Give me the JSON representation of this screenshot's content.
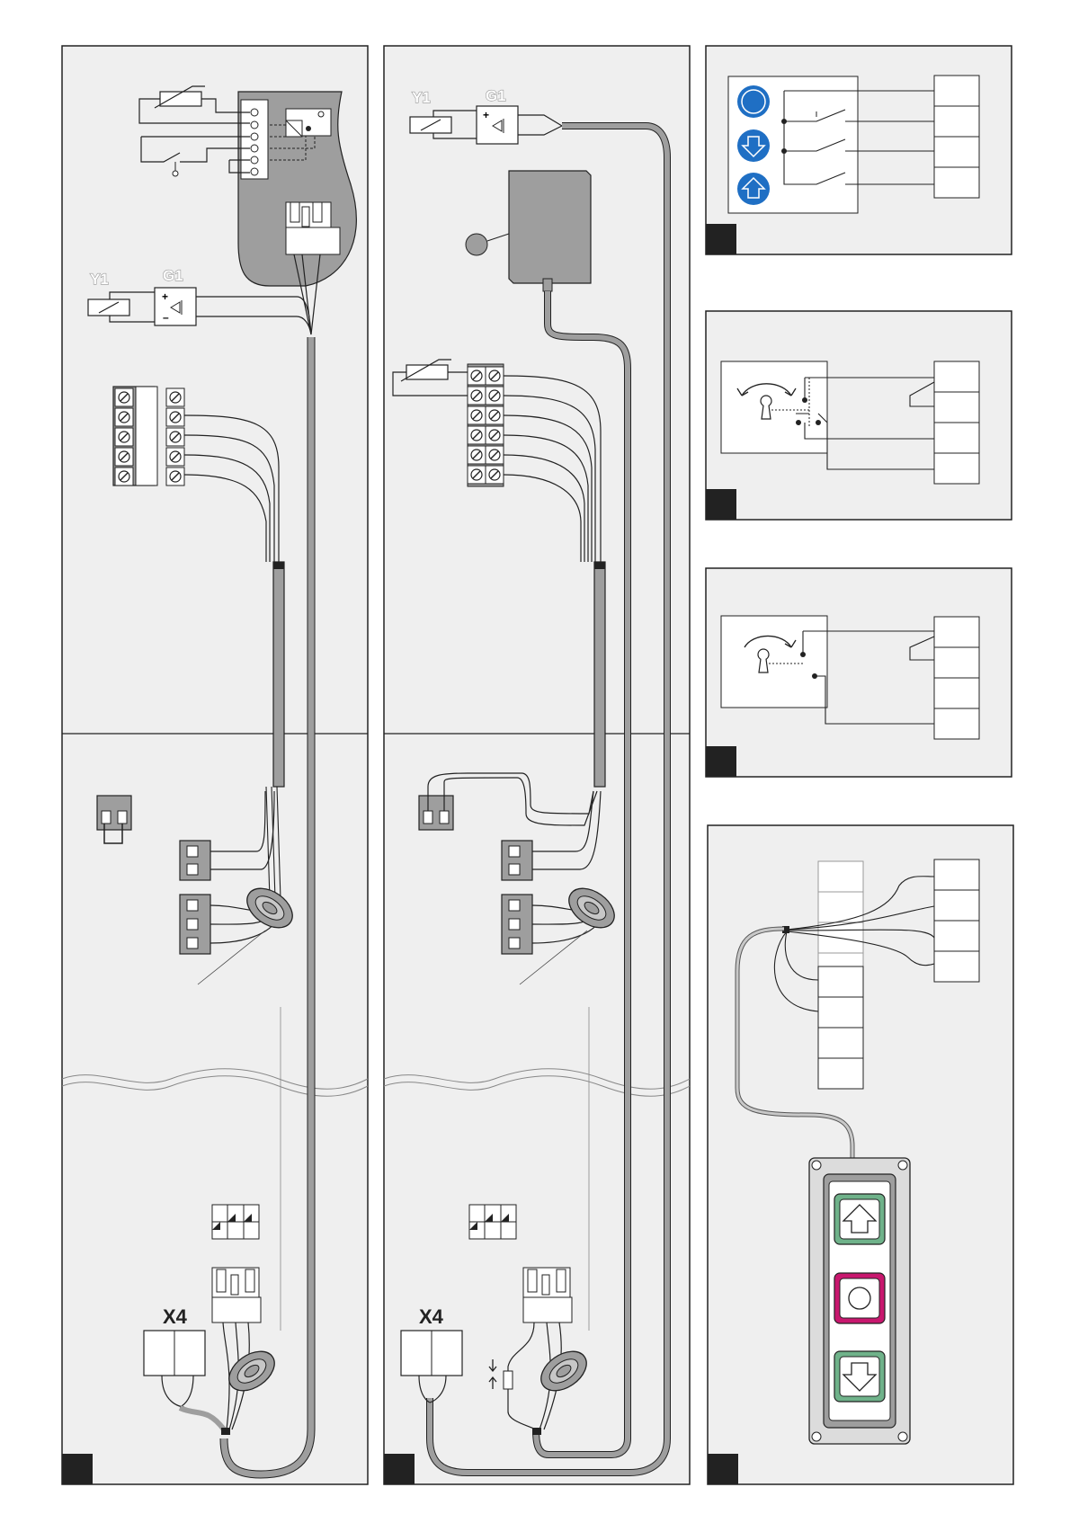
{
  "labels": {
    "p1_solenoid": "Y1",
    "p1_rectifier": "G1",
    "p2_solenoid": "Y1",
    "p2_rectifier": "G1",
    "p1_connector": "X4",
    "p2_connector": "X4"
  },
  "icons": [
    "stop-button-icon",
    "down-arrow-button-icon",
    "up-arrow-button-icon",
    "key-switch-icon",
    "pendant-up-icon",
    "pendant-stop-icon",
    "pendant-down-icon"
  ],
  "colors": {
    "panel_bg": "#efefef",
    "cable_grey": "#9e9e9e",
    "button_blue": "#1f6fc4",
    "pendant_green": "#6fb28a",
    "pendant_stop": "#c8176e"
  }
}
